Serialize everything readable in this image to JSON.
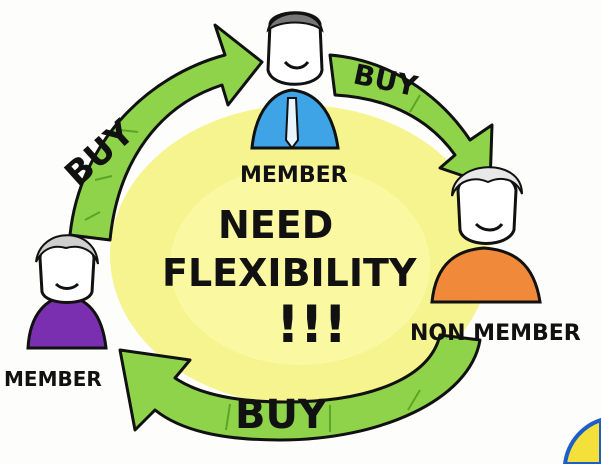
{
  "center": {
    "line1": "NEED",
    "line2": "FLEXIBILITY",
    "marks": "!!!"
  },
  "arrows": {
    "left_label": "BUY",
    "top_right_label": "BUY",
    "bottom_label": "BUY"
  },
  "people": {
    "top": {
      "label": "MEMBER",
      "shirt_color": "#3ea4e6"
    },
    "left": {
      "label": "MEMBER",
      "shirt_color": "#7a2fb0"
    },
    "right": {
      "label": "NON MEMBER",
      "shirt_color": "#f08a3a"
    }
  },
  "colors": {
    "arrow_green": "#8ed34a",
    "arrow_dark": "#4f9a1e",
    "center_yellow": "#f3f06a",
    "outline": "#111111"
  }
}
